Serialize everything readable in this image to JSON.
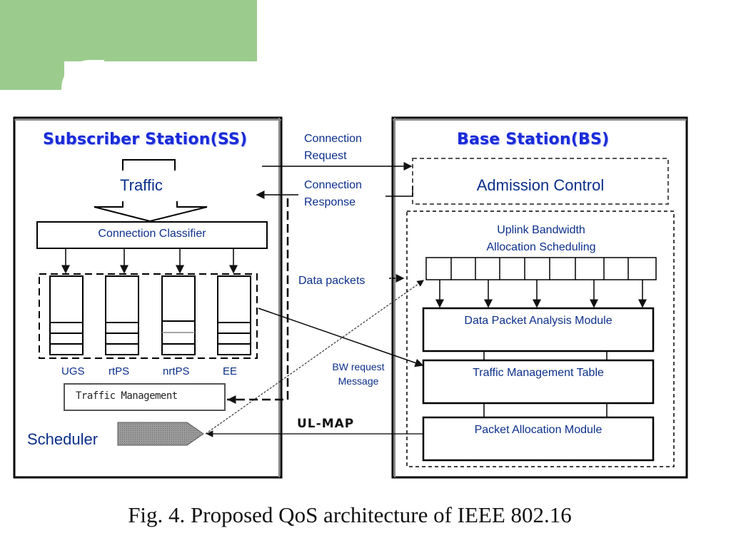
{
  "subscriber_station": {
    "title": "Subscriber Station(SS)",
    "traffic_label": "Traffic",
    "classifier_label": "Connection Classifier",
    "queues": [
      "UGS",
      "rtPS",
      "nrtPS",
      "EE"
    ],
    "traffic_management_label": "Traffic Management",
    "scheduler_label": "Scheduler"
  },
  "base_station": {
    "title": "Base Station(BS)",
    "admission_control_label": "Admission Control",
    "uplink_scheduling_label_line1": "Uplink Bandwidth",
    "uplink_scheduling_label_line2": "Allocation Scheduling",
    "data_packet_analysis_label": "Data Packet Analysis Module",
    "traffic_management_table_label": "Traffic Management Table",
    "packet_allocation_label": "Packet Allocation Module"
  },
  "messages": {
    "connection_request_line1": "Connection",
    "connection_request_line2": "Request",
    "connection_response_line1": "Connection",
    "connection_response_line2": "Response",
    "data_packets": "Data packets",
    "bw_request_line1": "BW request",
    "bw_request_line2": "Message",
    "ul_map": "UL-MAP"
  },
  "caption": "Fig. 4. Proposed QoS architecture of IEEE 802.16",
  "colors": {
    "title_blue": "#1a2bd6",
    "label_blue": "#0b2f8a",
    "accent_green": "#9ccc8d"
  }
}
